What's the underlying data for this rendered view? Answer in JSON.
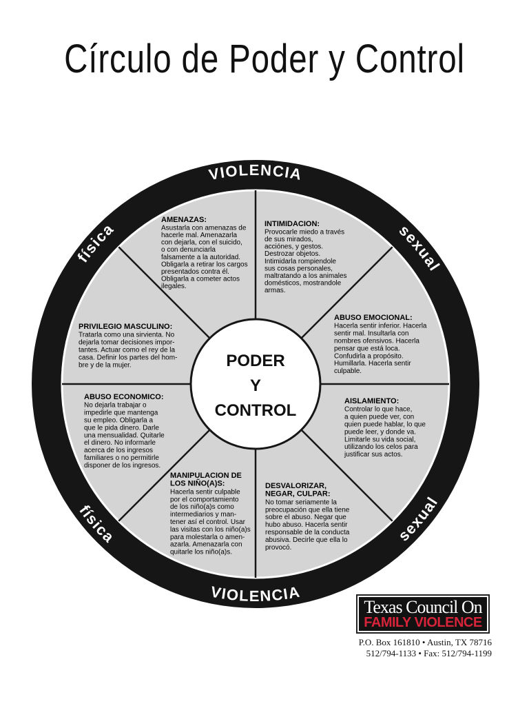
{
  "title": "Círculo de Poder y Control",
  "ring": {
    "top": "VIOLENCIA",
    "bottom": "VIOLENCIA",
    "upper_left": "física",
    "upper_right": "sexual",
    "lower_left": "física",
    "lower_right": "sexual"
  },
  "center": {
    "line1": "PODER",
    "line2": "Y",
    "line3": "CONTROL"
  },
  "segments": [
    {
      "id": "amenazas",
      "title": [
        "AMENAZAS:"
      ],
      "lines": [
        "Asustarla con amenazas de",
        "hacerle mal.  Amenazarla",
        "con dejarla, con el suicido,",
        "o con denunciarla",
        "falsamente a la autoridad.",
        "Obligarla a retirar los cargos",
        "presentados contra él.",
        "Obligarla a cometer actos",
        "ilegales."
      ]
    },
    {
      "id": "intimidacion",
      "title": [
        "INTIMIDACION:"
      ],
      "lines": [
        "Provocarle miedo a través",
        "de sus mirados,",
        "acciónes, y gestos.",
        "Destrozar objetos.",
        "Intimidarla rompiendole",
        "sus cosas personales,",
        "maltratando a los animales",
        "domésticos, mostrandole",
        "armas."
      ]
    },
    {
      "id": "abuso-emocional",
      "title": [
        "ABUSO EMOCIONAL:"
      ],
      "lines": [
        "Hacerla sentir inferior.  Hacerla",
        "sentir mal.  Insultarla con",
        "nombres ofensivos.  Hacerla",
        "pensar que está loca.",
        "Confudirla a propósito.",
        "Humillarla.  Hacerla sentir",
        "culpable."
      ]
    },
    {
      "id": "aislamiento",
      "title": [
        "AISLAMIENTO:"
      ],
      "lines": [
        "Controlar lo que hace,",
        "a quien puede ver, con",
        "quien puede hablar, lo que",
        "puede leer, y donde va.",
        "Limitarle su vida social,",
        "utilizando los celos para",
        "justificar sus actos."
      ]
    },
    {
      "id": "desvalorizar",
      "title": [
        "DESVALORIZAR,",
        "NEGAR, CULPAR:"
      ],
      "lines": [
        "No tomar seriamente la",
        "preocupación que ella tiene",
        "sobre el abuso.  Negar que",
        "hubo abuso.  Hacerla sentir",
        "responsable de la conducta",
        "abusiva.  Decirle que ella lo",
        "provocó."
      ]
    },
    {
      "id": "manipulacion",
      "title": [
        "MANIPULACION DE",
        "LOS NIÑO(A)S:"
      ],
      "lines": [
        "Hacerla sentir culpable",
        "por el comportamiento",
        "de los niño(a)s como",
        "intermediarios y man-",
        "tener así el control.  Usar",
        "las visitas con los niño(a)s",
        "para molestarla o amen-",
        "azarla.  Amenazarla con",
        "quitarle los niño(a)s."
      ]
    },
    {
      "id": "abuso-economico",
      "title": [
        "ABUSO ECONOMICO:"
      ],
      "lines": [
        "No dejarla trabajar o",
        "impedirle que mantenga",
        "su empleo.  Obligarla a",
        "que le pida dinero.  Darle",
        "una mensualidad.  Quitarle",
        "el dinero.  No informarle",
        "acerca de los ingresos",
        "familiares o no permitirle",
        "disponer de los ingresos."
      ]
    },
    {
      "id": "privilegio-masculino",
      "title": [
        "PRIVILEGIO MASCULINO:"
      ],
      "lines": [
        "Tratarla como una sirvienta.  No",
        "dejarla tomar decisiones impor-",
        "tantes.  Actuar como el rey de la",
        "casa.  Definir los partes del hom-",
        "bre y de la mujer."
      ]
    }
  ],
  "organization": {
    "logo_line1": "Texas Council On",
    "logo_line2": "FAMILY VIOLENCE",
    "address_line1": "P.O. Box 161810 • Austin, TX 78716",
    "address_line2": "512/794-1133 • Fax: 512/794-1199"
  },
  "colors": {
    "ring": "#161616",
    "segment_fill": "#d4d4d4",
    "center_fill": "#ffffff",
    "logo_red": "#d6243a"
  }
}
